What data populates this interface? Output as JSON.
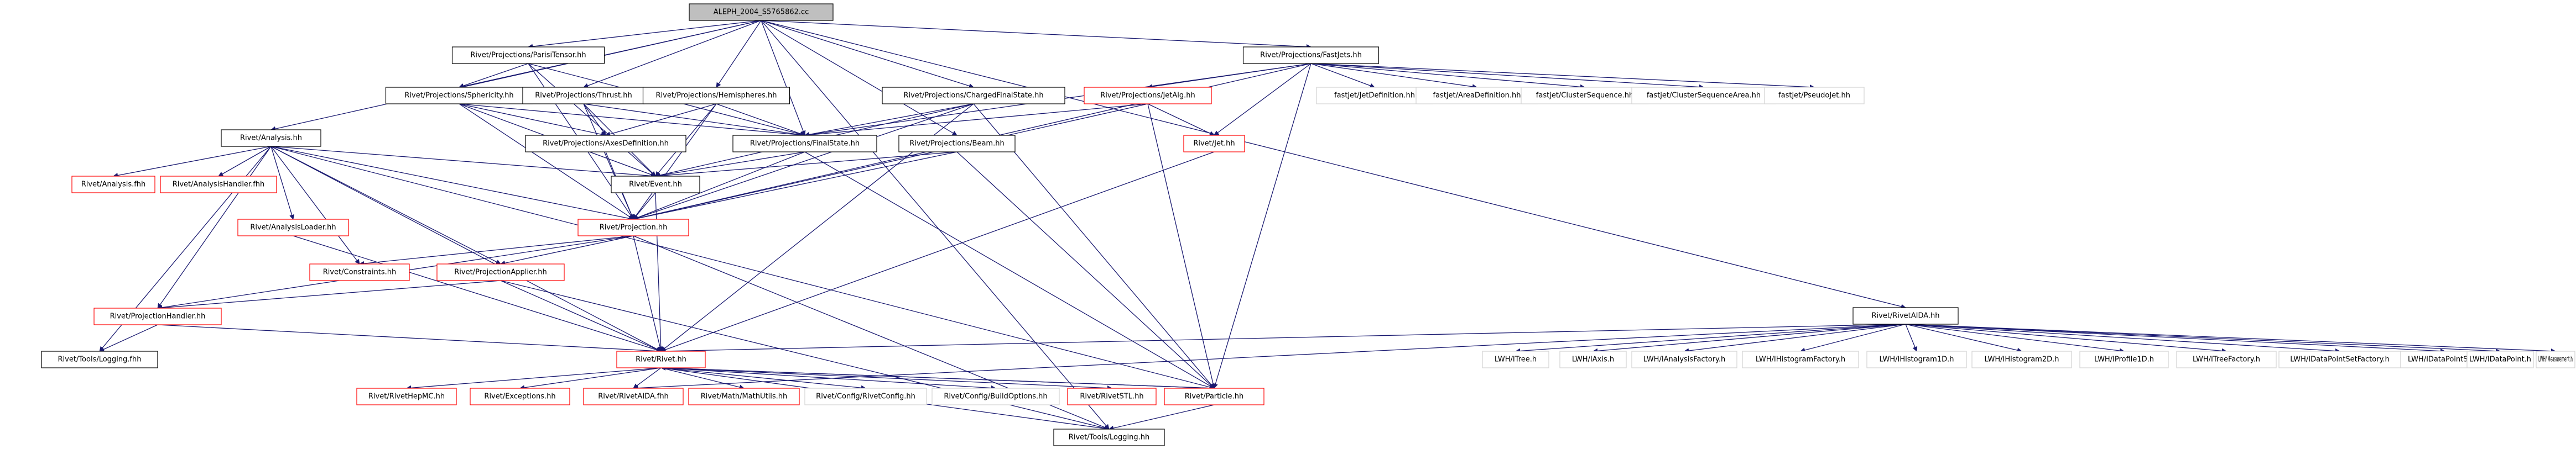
{
  "colors": {
    "root_fill": "#bfbfbf",
    "box_stroke_normal": "#000000",
    "box_stroke_missing": "#ff0000",
    "box_stroke_none": "#d3d3d3",
    "edge": "#191970",
    "text": "#000000"
  },
  "nodes": [
    {
      "id": "root",
      "label": "ALEPH_2004_S5765862.cc",
      "style": "root"
    },
    {
      "id": "parisi",
      "label": "Rivet/Projections/ParisiTensor.hh",
      "style": "normal"
    },
    {
      "id": "fastjets",
      "label": "Rivet/Projections/FastJets.hh",
      "style": "normal"
    },
    {
      "id": "sphericity",
      "label": "Rivet/Projections/Sphericity.hh",
      "style": "normal"
    },
    {
      "id": "thrust",
      "label": "Rivet/Projections/Thrust.hh",
      "style": "normal"
    },
    {
      "id": "hemispheres",
      "label": "Rivet/Projections/Hemispheres.hh",
      "style": "normal"
    },
    {
      "id": "chargedfs",
      "label": "Rivet/Projections/ChargedFinalState.hh",
      "style": "normal"
    },
    {
      "id": "jetalg",
      "label": "Rivet/Projections/JetAlg.hh",
      "style": "missing"
    },
    {
      "id": "fj_jetdef",
      "label": "fastjet/JetDefinition.hh",
      "style": "none"
    },
    {
      "id": "fj_areadef",
      "label": "fastjet/AreaDefinition.hh",
      "style": "none"
    },
    {
      "id": "fj_clseq",
      "label": "fastjet/ClusterSequence.hh",
      "style": "none"
    },
    {
      "id": "fj_clseqarea",
      "label": "fastjet/ClusterSequenceArea.hh",
      "style": "none"
    },
    {
      "id": "fj_pseudojet",
      "label": "fastjet/PseudoJet.hh",
      "style": "none"
    },
    {
      "id": "analysis",
      "label": "Rivet/Analysis.hh",
      "style": "normal"
    },
    {
      "id": "axesdef",
      "label": "Rivet/Projections/AxesDefinition.hh",
      "style": "normal"
    },
    {
      "id": "finalstate",
      "label": "Rivet/Projections/FinalState.hh",
      "style": "normal"
    },
    {
      "id": "beam",
      "label": "Rivet/Projections/Beam.hh",
      "style": "normal"
    },
    {
      "id": "jet",
      "label": "Rivet/Jet.hh",
      "style": "missing"
    },
    {
      "id": "analysisfhh",
      "label": "Rivet/Analysis.fhh",
      "style": "missing"
    },
    {
      "id": "analysishandlerfhh",
      "label": "Rivet/AnalysisHandler.fhh",
      "style": "missing"
    },
    {
      "id": "event",
      "label": "Rivet/Event.hh",
      "style": "normal"
    },
    {
      "id": "analysisloader",
      "label": "Rivet/AnalysisLoader.hh",
      "style": "missing"
    },
    {
      "id": "projection",
      "label": "Rivet/Projection.hh",
      "style": "missing"
    },
    {
      "id": "constraints",
      "label": "Rivet/Constraints.hh",
      "style": "missing"
    },
    {
      "id": "projapplier",
      "label": "Rivet/ProjectionApplier.hh",
      "style": "missing"
    },
    {
      "id": "projhandler",
      "label": "Rivet/ProjectionHandler.hh",
      "style": "missing"
    },
    {
      "id": "toolslogfhh",
      "label": "Rivet/Tools/Logging.fhh",
      "style": "normal"
    },
    {
      "id": "rivethh",
      "label": "Rivet/Rivet.hh",
      "style": "missing"
    },
    {
      "id": "rivethepmc",
      "label": "Rivet/RivetHepMC.hh",
      "style": "missing"
    },
    {
      "id": "exceptions",
      "label": "Rivet/Exceptions.hh",
      "style": "missing"
    },
    {
      "id": "rivetaidafhh",
      "label": "Rivet/RivetAIDA.fhh",
      "style": "missing"
    },
    {
      "id": "mathutils",
      "label": "Rivet/Math/MathUtils.hh",
      "style": "missing"
    },
    {
      "id": "rivetconfig",
      "label": "Rivet/Config/RivetConfig.hh",
      "style": "none"
    },
    {
      "id": "buildoptions",
      "label": "Rivet/Config/BuildOptions.hh",
      "style": "none"
    },
    {
      "id": "rivetstl",
      "label": "Rivet/RivetSTL.hh",
      "style": "missing"
    },
    {
      "id": "particle",
      "label": "Rivet/Particle.hh",
      "style": "missing"
    },
    {
      "id": "toolsloghh",
      "label": "Rivet/Tools/Logging.hh",
      "style": "normal"
    },
    {
      "id": "rivetaida",
      "label": "Rivet/RivetAIDA.hh",
      "style": "normal"
    },
    {
      "id": "lwh_tree",
      "label": "LWH/ITree.h",
      "style": "none"
    },
    {
      "id": "lwh_axis",
      "label": "LWH/IAxis.h",
      "style": "none"
    },
    {
      "id": "lwh_af",
      "label": "LWH/IAnalysisFactory.h",
      "style": "none"
    },
    {
      "id": "lwh_hf",
      "label": "LWH/IHistogramFactory.h",
      "style": "none"
    },
    {
      "id": "lwh_h1",
      "label": "LWH/IHistogram1D.h",
      "style": "none"
    },
    {
      "id": "lwh_h2",
      "label": "LWH/IHistogram2D.h",
      "style": "none"
    },
    {
      "id": "lwh_p1",
      "label": "LWH/IProfile1D.h",
      "style": "none"
    },
    {
      "id": "lwh_tf",
      "label": "LWH/ITreeFactory.h",
      "style": "none"
    },
    {
      "id": "lwh_dpsf",
      "label": "LWH/IDataPointSetFactory.h",
      "style": "none"
    },
    {
      "id": "lwh_dps",
      "label": "LWH/IDataPointSet.h",
      "style": "none"
    },
    {
      "id": "lwh_dp",
      "label": "LWH/IDataPoint.h",
      "style": "none"
    },
    {
      "id": "lwh_meas",
      "label": "LWH/IMeasurement.h",
      "style": "none"
    }
  ],
  "edges": [
    [
      "root",
      "parisi"
    ],
    [
      "root",
      "fastjets"
    ],
    [
      "root",
      "sphericity"
    ],
    [
      "root",
      "thrust"
    ],
    [
      "root",
      "hemispheres"
    ],
    [
      "root",
      "chargedfs"
    ],
    [
      "root",
      "analysis"
    ],
    [
      "root",
      "finalstate"
    ],
    [
      "root",
      "beam"
    ],
    [
      "root",
      "rivetaida"
    ],
    [
      "root",
      "toolsloghh"
    ],
    [
      "parisi",
      "sphericity"
    ],
    [
      "parisi",
      "finalstate"
    ],
    [
      "parisi",
      "projection"
    ],
    [
      "parisi",
      "event"
    ],
    [
      "fastjets",
      "jetalg"
    ],
    [
      "fastjets",
      "fj_jetdef"
    ],
    [
      "fastjets",
      "fj_areadef"
    ],
    [
      "fastjets",
      "fj_clseq"
    ],
    [
      "fastjets",
      "fj_clseqarea"
    ],
    [
      "fastjets",
      "fj_pseudojet"
    ],
    [
      "fastjets",
      "finalstate"
    ],
    [
      "fastjets",
      "jet"
    ],
    [
      "fastjets",
      "particle"
    ],
    [
      "fastjets",
      "projection"
    ],
    [
      "sphericity",
      "axesdef"
    ],
    [
      "sphericity",
      "finalstate"
    ],
    [
      "sphericity",
      "event"
    ],
    [
      "sphericity",
      "projection"
    ],
    [
      "thrust",
      "axesdef"
    ],
    [
      "thrust",
      "finalstate"
    ],
    [
      "thrust",
      "event"
    ],
    [
      "thrust",
      "projection"
    ],
    [
      "hemispheres",
      "axesdef"
    ],
    [
      "hemispheres",
      "finalstate"
    ],
    [
      "hemispheres",
      "event"
    ],
    [
      "hemispheres",
      "projection"
    ],
    [
      "chargedfs",
      "finalstate"
    ],
    [
      "chargedfs",
      "event"
    ],
    [
      "chargedfs",
      "projection"
    ],
    [
      "chargedfs",
      "particle"
    ],
    [
      "chargedfs",
      "rivethh"
    ],
    [
      "jetalg",
      "jet"
    ],
    [
      "jetalg",
      "finalstate"
    ],
    [
      "jetalg",
      "particle"
    ],
    [
      "jetalg",
      "projection"
    ],
    [
      "analysis",
      "analysisfhh"
    ],
    [
      "analysis",
      "analysishandlerfhh"
    ],
    [
      "analysis",
      "event"
    ],
    [
      "analysis",
      "analysisloader"
    ],
    [
      "analysis",
      "projection"
    ],
    [
      "analysis",
      "constraints"
    ],
    [
      "analysis",
      "projapplier"
    ],
    [
      "analysis",
      "projhandler"
    ],
    [
      "analysis",
      "toolslogfhh"
    ],
    [
      "analysis",
      "rivethh"
    ],
    [
      "analysis",
      "particle"
    ],
    [
      "axesdef",
      "projection"
    ],
    [
      "finalstate",
      "event"
    ],
    [
      "finalstate",
      "projection"
    ],
    [
      "finalstate",
      "particle"
    ],
    [
      "beam",
      "event"
    ],
    [
      "beam",
      "projection"
    ],
    [
      "beam",
      "particle"
    ],
    [
      "jet",
      "rivethh"
    ],
    [
      "analysisloader",
      "rivethh"
    ],
    [
      "event",
      "projection"
    ],
    [
      "event",
      "rivethh"
    ],
    [
      "projection",
      "constraints"
    ],
    [
      "projection",
      "projapplier"
    ],
    [
      "projection",
      "projhandler"
    ],
    [
      "projection",
      "rivethh"
    ],
    [
      "projection",
      "toolsloghh"
    ],
    [
      "projapplier",
      "projhandler"
    ],
    [
      "projapplier",
      "rivethh"
    ],
    [
      "projapplier",
      "toolsloghh"
    ],
    [
      "projhandler",
      "toolslogfhh"
    ],
    [
      "projhandler",
      "rivethh"
    ],
    [
      "rivethh",
      "rivethepmc"
    ],
    [
      "rivethh",
      "exceptions"
    ],
    [
      "rivethh",
      "rivetaidafhh"
    ],
    [
      "rivethh",
      "mathutils"
    ],
    [
      "rivethh",
      "rivetconfig"
    ],
    [
      "rivethh",
      "buildoptions"
    ],
    [
      "rivethh",
      "rivetstl"
    ],
    [
      "rivethh",
      "particle"
    ],
    [
      "rivethh",
      "toolsloghh"
    ],
    [
      "particle",
      "rivethh"
    ],
    [
      "particle",
      "toolsloghh"
    ],
    [
      "rivetaida",
      "rivethh"
    ],
    [
      "rivetaida",
      "rivetaidafhh"
    ],
    [
      "rivetaida",
      "lwh_tree"
    ],
    [
      "rivetaida",
      "lwh_axis"
    ],
    [
      "rivetaida",
      "lwh_af"
    ],
    [
      "rivetaida",
      "lwh_hf"
    ],
    [
      "rivetaida",
      "lwh_h1"
    ],
    [
      "rivetaida",
      "lwh_h2"
    ],
    [
      "rivetaida",
      "lwh_p1"
    ],
    [
      "rivetaida",
      "lwh_tf"
    ],
    [
      "rivetaida",
      "lwh_dpsf"
    ],
    [
      "rivetaida",
      "lwh_dps"
    ],
    [
      "rivetaida",
      "lwh_dp"
    ],
    [
      "rivetaida",
      "lwh_meas"
    ]
  ]
}
